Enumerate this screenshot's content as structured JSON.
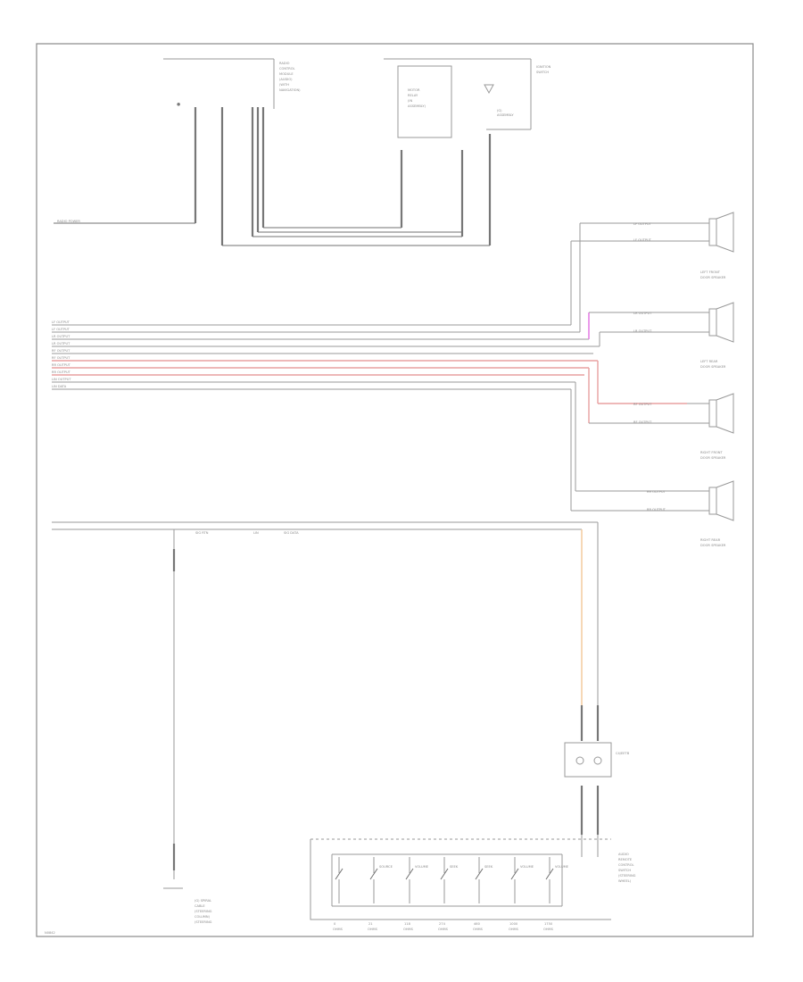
{
  "diagram": {
    "footer_code": "N0842",
    "components": {
      "top_module": [
        "RADIO",
        "CONTROL",
        "MODULE",
        "(AUDIO)",
        "(WITH",
        "NAVIGATION)"
      ],
      "middle_module": [
        "MOTOR",
        "RELAY",
        "(IN",
        "ASSEMBLY)"
      ],
      "right_top_block": [
        "IGNITION",
        "SWITCH"
      ],
      "ground_block": [
        "(G) ",
        "IN",
        "ASSEMBLY"
      ],
      "left_front_speaker": [
        "LEFT FRONT",
        "DOOR SPEAKER"
      ],
      "left_rear_speaker": [
        "LEFT REAR",
        "DOOR SPEAKER"
      ],
      "right_front_speaker": [
        "RIGHT FRONT",
        "DOOR SPEAKER"
      ],
      "right_rear_speaker": [
        "RIGHT REAR",
        "DOOR SPEAKER"
      ],
      "connector": [
        "C4/EETB"
      ],
      "switch_assembly": [
        "AUDIO",
        "REMOTE",
        "CONTROL",
        "SWITCH",
        "(STEERING",
        "WHEEL)"
      ],
      "bottom_left_component": [
        "(G) SPIRAL",
        "CABLE",
        "(STEERING",
        "COLUMN)",
        "(STEERING",
        "WHEEL)"
      ]
    },
    "left_inputs": [
      "RADIO POWER",
      "LF OUTPUT",
      "LF OUTPUT",
      "LR OUTPUT",
      "LR OUTPUT",
      "RF OUTPUT",
      "RF OUTPUT",
      "RR OUTPUT",
      "RR OUTPUT",
      "LIN OUTPUT",
      "LIN DATA"
    ],
    "speaker_labels": {
      "lf_top": "LF OUTPUT",
      "lf_bottom": "LF OUTPUT",
      "lr_top": "LR OUTPUT",
      "lr_bottom": "LR OUTPUT",
      "rf_top": "RF OUTPUT",
      "rf_bottom": "RF OUTPUT",
      "rr_top": "RR OUTPUT",
      "rr_bottom": "RR OUTPUT"
    },
    "bottom_bus_labels": [
      "SIG RTN",
      "LIN",
      "SIG DATA"
    ],
    "switch_labels": [
      "SOURCE",
      "VOLUME",
      "SEEK",
      "SEEK",
      "VOLUME",
      "VOLUME"
    ],
    "switch_resistors": [
      "0",
      "21",
      "118",
      "274",
      "460",
      "1000",
      "1750"
    ],
    "resistor_unit": "OHMS"
  }
}
